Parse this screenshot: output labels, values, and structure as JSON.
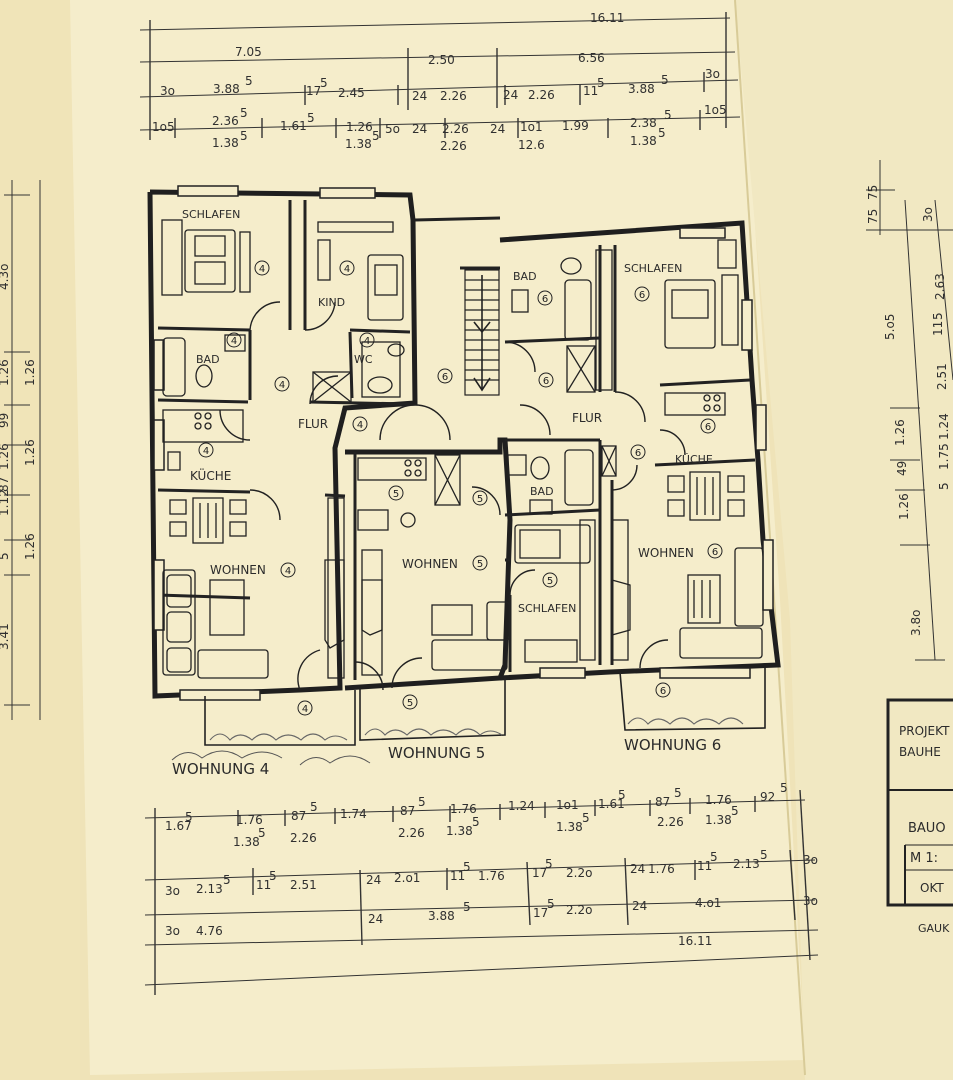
{
  "overall_width": "16.11",
  "top_dims": {
    "row1": [
      "7.05",
      "2.50",
      "6.56"
    ],
    "row2": [
      "3o",
      "3.88",
      "5",
      "17",
      "5",
      "2.45",
      "24",
      "2.26",
      "24",
      "2.26",
      "11",
      "5",
      "3.88",
      "5",
      "3o"
    ],
    "row3a": [
      "1o5",
      "2.36",
      "5",
      "1.61",
      "5",
      "1.26",
      "5o",
      "24",
      "2.26",
      "24",
      "1o1",
      "1.99",
      "2.38",
      "5",
      "1o5"
    ],
    "row3b": [
      "1.38",
      "5",
      "1.38",
      "5",
      "2.26",
      "12.6",
      "1.38",
      "5"
    ]
  },
  "bottom_dims": {
    "row1a": [
      "1.67",
      "5",
      "1.76",
      "87",
      "5",
      "1.74",
      "87",
      "5",
      "1.76",
      "1.24",
      "1o1",
      "1.61",
      "5",
      "87",
      "5",
      "1.76",
      "92",
      "5"
    ],
    "row1b": [
      "1.38",
      "5",
      "2.26",
      "2.26",
      "1.38",
      "5",
      "1.38",
      "5",
      "2.26",
      "1.38",
      "5"
    ],
    "row2": [
      "3o",
      "2.13",
      "5",
      "11",
      "5",
      "2.51",
      "24",
      "2.o1",
      "11",
      "5",
      "1.76",
      "17",
      "5",
      "2.2o",
      "24",
      "1.76",
      "11",
      "5",
      "2.13",
      "5",
      "3o"
    ],
    "row3": [
      "3o",
      "4.76",
      "24",
      "3.88",
      "5",
      "17",
      "5",
      "2.2o",
      "24",
      "4.o1",
      "3o"
    ],
    "total": "16.11"
  },
  "left_dims": [
    "4.3o",
    "1.26",
    "99",
    "1.26",
    "87",
    "1.12",
    "5",
    "1.26",
    "1.26",
    "3.41"
  ],
  "right_dims": [
    "75",
    "75",
    "3o",
    "5.o5",
    "11",
    "5",
    "2.63",
    "2.51",
    "1.26",
    "1.24",
    "49",
    "1.26",
    "5",
    "1.75",
    "3.8o"
  ],
  "rooms": {
    "w4_schlafen": "SCHLAFEN",
    "w4_kind": "KIND",
    "w4_bad": "BAD",
    "w4_wc": "WC",
    "w4_flur": "FLUR",
    "w4_kueche": "KÜCHE",
    "w4_wohnen": "WOHNEN",
    "w5_wohnen": "WOHNEN",
    "w5_bad": "BAD",
    "w5_schlafen": "SCHLAFEN",
    "w6_bad": "BAD",
    "w6_schlafen": "SCHLAFEN",
    "w6_flur": "FLUR",
    "w6_kueche": "KÜCHE",
    "w6_wohnen": "WOHNEN"
  },
  "unit_numbers": {
    "four": "4",
    "five": "5",
    "six": "6"
  },
  "apartments": {
    "w4": "WOHNUNG 4",
    "w5": "WOHNUNG 5",
    "w6": "WOHNUNG 6"
  },
  "title_block": {
    "line1": "PROJEKT",
    "line2": "BAUHE",
    "line3": "BAUO",
    "line4": "M 1:",
    "line5": "OKT",
    "below": "GAUK"
  },
  "colors": {
    "paper": "#f4ecc8",
    "ink": "#2a2a2a",
    "background": "#efe3b8"
  }
}
